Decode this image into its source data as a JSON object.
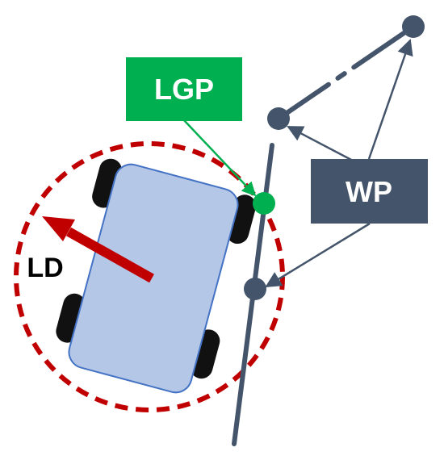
{
  "labels": {
    "lgp": "LGP",
    "wp": "WP",
    "ld": "LD"
  },
  "colors": {
    "path": "#44546a",
    "lookahead_circle": "#c00000",
    "ld_arrow": "#c00000",
    "lgp_fill": "#00b050",
    "lgp_point": "#00b050",
    "wp_box": "#44546a",
    "vehicle_fill": "#b4c7e7",
    "vehicle_stroke": "#4472c4",
    "wheel": "#111111",
    "label_text_light": "#ffffff",
    "label_text_dark": "#000000"
  },
  "icons": {
    "vehicle": "vehicle-icon",
    "wheel": "wheel-icon"
  }
}
